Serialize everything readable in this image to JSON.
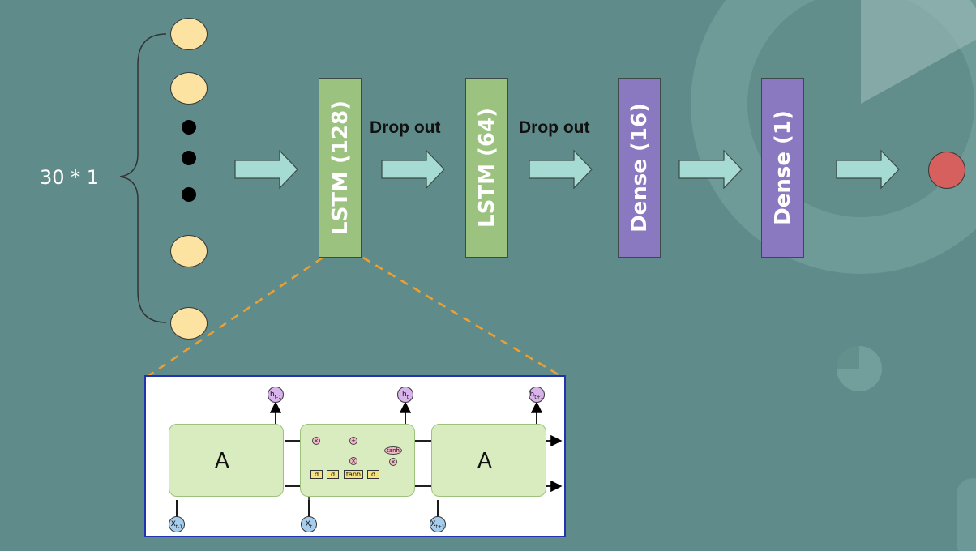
{
  "input": {
    "label": "30 * 1"
  },
  "layers": [
    {
      "label": "LSTM (128)",
      "kind": "lstm",
      "color": "#9bc27e"
    },
    {
      "label": "LSTM (64)",
      "kind": "lstm",
      "color": "#9bc27e"
    },
    {
      "label": "Dense (16)",
      "kind": "dense",
      "color": "#8a78c1"
    },
    {
      "label": "Dense (1)",
      "kind": "dense",
      "color": "#8a78c1"
    }
  ],
  "dropouts": [
    "Drop out",
    "Drop out"
  ],
  "colors": {
    "background": "#5f8c8a",
    "input_node": "#fde3a2",
    "output_node": "#d6605d",
    "arrow": "#a6dbd3",
    "zoom_line": "#f0a030",
    "detail_border": "#2133b0"
  },
  "lstm_detail": {
    "cells": [
      {
        "label": "A",
        "input": "X",
        "input_sub": "t-1",
        "output": "h",
        "output_sub": "t-1"
      },
      {
        "label": "",
        "input": "X",
        "input_sub": "t",
        "output": "h",
        "output_sub": "t"
      },
      {
        "label": "A",
        "input": "X",
        "input_sub": "t+1",
        "output": "h",
        "output_sub": "t+1"
      }
    ],
    "gates": [
      "σ",
      "σ",
      "tanh",
      "σ"
    ],
    "ops": {
      "multiply": "×",
      "add": "+",
      "tanh": "tanh"
    }
  }
}
